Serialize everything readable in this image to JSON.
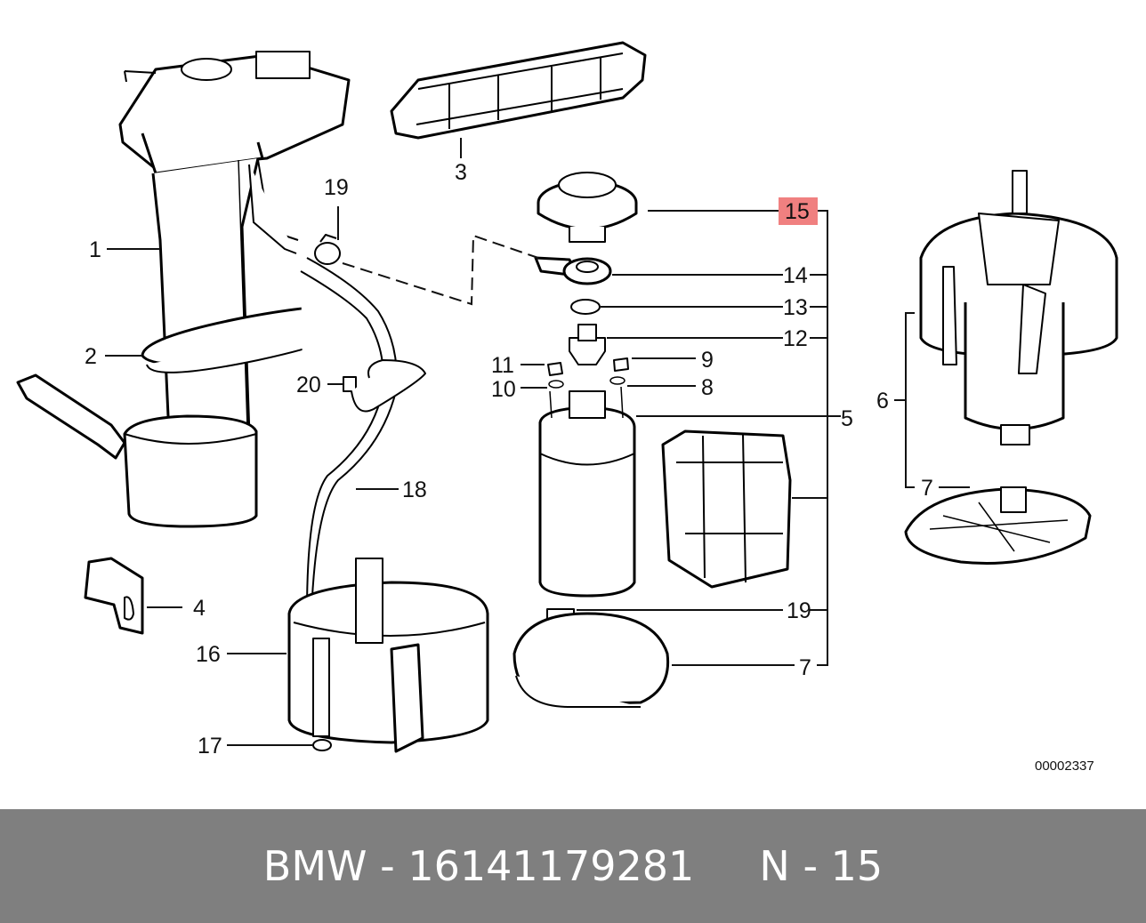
{
  "diagram": {
    "labels": {
      "l1": "1",
      "l2": "2",
      "l3": "3",
      "l4": "4",
      "l5": "5",
      "l6": "6",
      "l7_right": "7",
      "l7_bottom": "7",
      "l8": "8",
      "l9": "9",
      "l10": "10",
      "l11": "11",
      "l12": "12",
      "l13": "13",
      "l14": "14",
      "l15": "15",
      "l16": "16",
      "l17": "17",
      "l18": "18",
      "l19_top": "19",
      "l19_right": "19",
      "l20": "20"
    },
    "highlighted_label": "15",
    "highlight_color": "#f08080",
    "drawing_code": "00002337"
  },
  "footer": {
    "text": "BMW - 16141179281     N - 15",
    "background": "#7f7f7f"
  }
}
